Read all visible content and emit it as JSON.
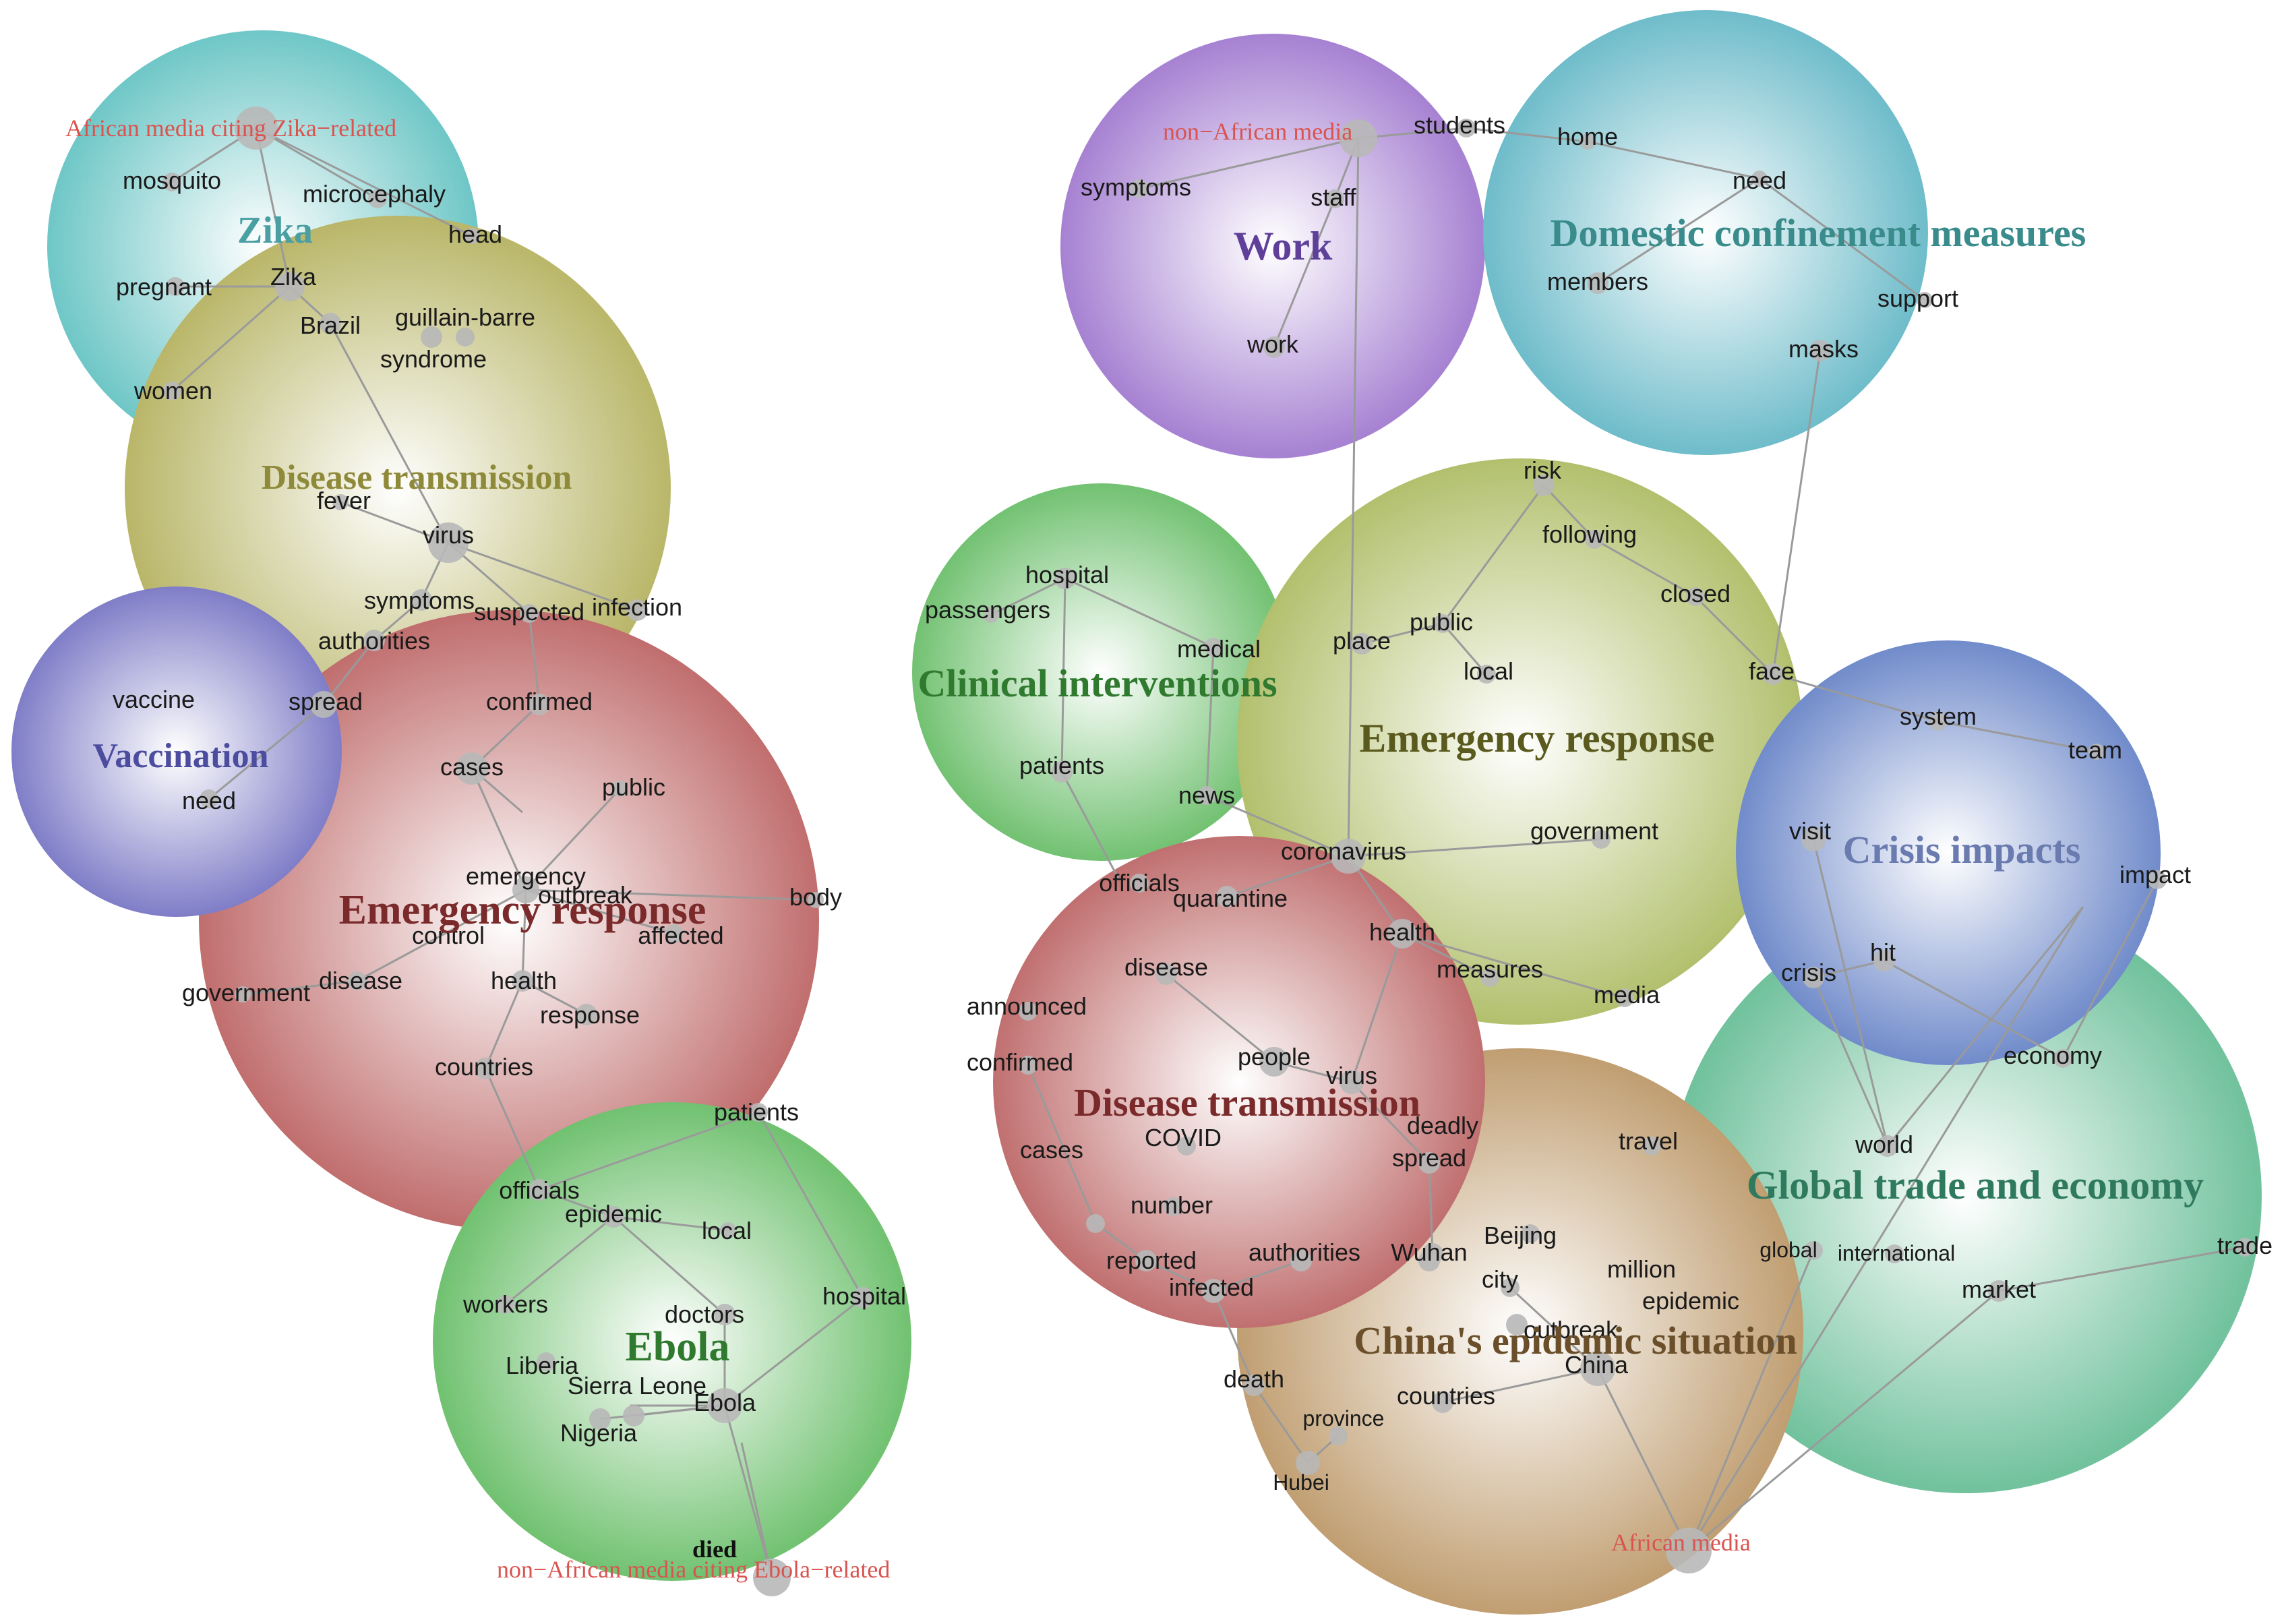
{
  "colors": {
    "zika": "#5bbfbf",
    "disease_transmission_left": "#b0ad55",
    "vaccination": "#6e6cc0",
    "emergency_left": "#b85a5a",
    "ebola": "#5db95d",
    "work": "#9a70cc",
    "domestic": "#5bb3c3",
    "clinical": "#5fb95f",
    "emergency_right": "#a8b85a",
    "crisis": "#5e7cc4",
    "disease_transmission_right": "#b85c5c",
    "china": "#b8915e",
    "global_trade": "#5db98f",
    "source_label": "#d9534f",
    "node": "#b0b0b0",
    "edge": "#9a9a9a"
  },
  "source_labels": {
    "african_zika": "African media citing Zika−related",
    "non_african_ebola": "non−African media citing  Ebola−related",
    "non_african": "non−African media",
    "african": "African media"
  },
  "clusters": {
    "zika": {
      "label": "Zika",
      "color": "#4a9fa3"
    },
    "disease_transmission_left": {
      "label": "Disease transmission",
      "color": "#8f8a3a"
    },
    "vaccination": {
      "label": "Vaccination",
      "color": "#4d4da0"
    },
    "emergency_left": {
      "label": "Emergency response",
      "color": "#7a2a2a"
    },
    "ebola": {
      "label": "Ebola",
      "color": "#2f7a2f"
    },
    "work": {
      "label": "Work",
      "color": "#5e3f99"
    },
    "domestic": {
      "label": "Domestic confinement measures",
      "color": "#3a8c8c"
    },
    "clinical": {
      "label": "Clinical interventions",
      "color": "#2f7a2f"
    },
    "emergency_right": {
      "label": "Emergency response",
      "color": "#5a5a1e"
    },
    "crisis": {
      "label": "Crisis impacts",
      "color": "#6a7bb0"
    },
    "disease_transmission_right": {
      "label": "Disease transmission",
      "color": "#7a2a2a"
    },
    "china": {
      "label": "China's epidemic situation",
      "color": "#6a4f2a"
    },
    "global_trade": {
      "label": "Global trade and economy",
      "color": "#2f7a5f"
    }
  },
  "words": {
    "mosquito": "mosquito",
    "microcephaly": "microcephaly",
    "head": "head",
    "pregnant": "pregnant",
    "zika_w": "Zika",
    "brazil": "Brazil",
    "guillain": "guillain-barre",
    "syndrome": "syndrome",
    "women": "women",
    "fever": "fever",
    "virus_l": "virus",
    "symptoms_l": "symptoms",
    "suspected": "suspected",
    "infection": "infection",
    "authorities_l": "authorities",
    "vaccine": "vaccine",
    "spread_l": "spread",
    "confirmed_l": "confirmed",
    "need_l": "need",
    "cases_l": "cases",
    "public_l": "public",
    "emergency": "emergency",
    "outbreak_l": "outbreak",
    "body": "body",
    "control": "control",
    "affected": "affected",
    "government_l": "government",
    "disease_l": "disease",
    "health_l": "health",
    "response": "response",
    "countries_l": "countries",
    "patients_l": "patients",
    "officials_l": "officials",
    "epidemic_l": "epidemic",
    "local_l": "local",
    "workers": "workers",
    "doctors": "doctors",
    "hospital_l": "hospital",
    "liberia": "Liberia",
    "sierra": "Sierra Leone",
    "ebola_w": "Ebola",
    "nigeria": "Nigeria",
    "died": "died",
    "students": "students",
    "home": "home",
    "symptoms_r": "symptoms",
    "staff": "staff",
    "need_r": "need",
    "members": "members",
    "support": "support",
    "work_w": "work",
    "masks": "masks",
    "risk": "risk",
    "hospital_r": "hospital",
    "following": "following",
    "passengers": "passengers",
    "closed": "closed",
    "medical": "medical",
    "place": "place",
    "public_r": "public",
    "local_r": "local",
    "face": "face",
    "system": "system",
    "team": "team",
    "patients_r": "patients",
    "news": "news",
    "government_r": "government",
    "visit": "visit",
    "coronavirus": "coronavirus",
    "impact": "impact",
    "officials_r": "officials",
    "quarantine": "quarantine",
    "health_r": "health",
    "hit": "hit",
    "disease_r": "disease",
    "measures": "measures",
    "crisis": "crisis",
    "media": "media",
    "announced": "announced",
    "people": "people",
    "economy": "economy",
    "confirmed_r": "confirmed",
    "virus_r": "virus",
    "deadly": "deadly",
    "travel": "travel",
    "world": "world",
    "covid": "COVID",
    "spread_r": "spread",
    "cases_r": "cases",
    "number": "number",
    "beijing": "Beijing",
    "authorities_r": "authorities",
    "wuhan": "Wuhan",
    "million": "million",
    "global": "global",
    "international": "international",
    "trade": "trade",
    "reported": "reported",
    "city": "city",
    "infected": "infected",
    "epidemic_r": "epidemic",
    "market": "market",
    "outbreak_r": "outbreak",
    "china_w": "China",
    "death": "death",
    "countries_r": "countries",
    "province": "province",
    "hubei": "Hubei"
  }
}
